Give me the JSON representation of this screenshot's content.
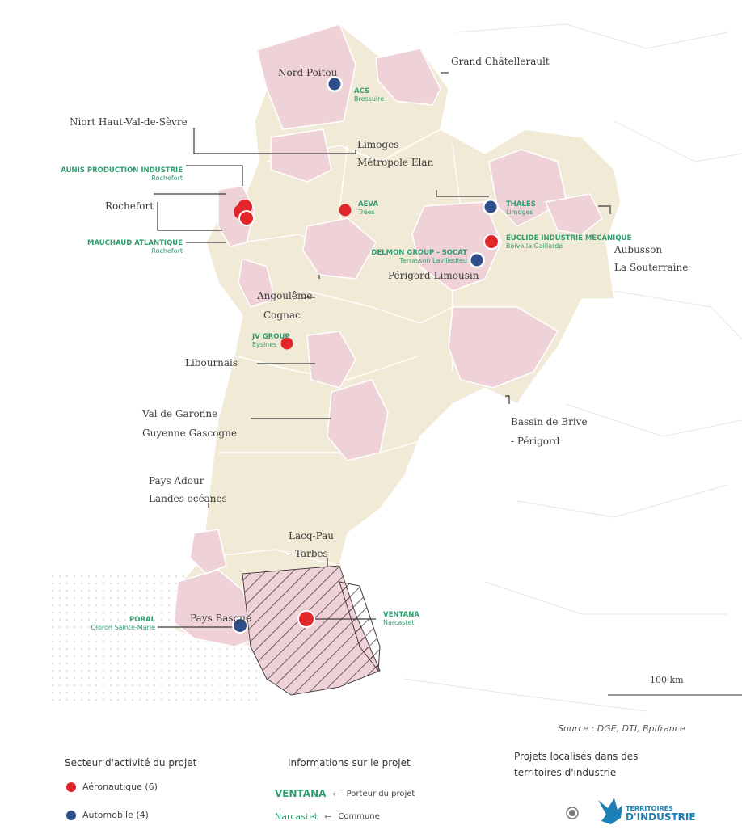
{
  "territories": [
    {
      "key": "nord_poitou",
      "label": "Nord Poitou"
    },
    {
      "key": "grand_chatellerault",
      "label": "Grand Châtellerault"
    },
    {
      "key": "niort",
      "label": "Niort Haut-Val-de-Sèvre"
    },
    {
      "key": "limoges",
      "label": "Limoges\nMétropole Elan"
    },
    {
      "key": "rochefort",
      "label": "Rochefort"
    },
    {
      "key": "aubusson",
      "label": "Aubusson\nLa Souterraine"
    },
    {
      "key": "perigord_limousin",
      "label": "Périgord-Limousin"
    },
    {
      "key": "angouleme",
      "label": "Angoulême"
    },
    {
      "key": "cognac",
      "label": "Cognac"
    },
    {
      "key": "libournais",
      "label": "Libournais"
    },
    {
      "key": "val_garonne",
      "label": "Val de Garonne\nGuyenne Gascogne"
    },
    {
      "key": "brive",
      "label": "Bassin de Brive\n- Périgord"
    },
    {
      "key": "pays_adour",
      "label": "Pays Adour\nLandes océanes"
    },
    {
      "key": "lacq",
      "label": "Lacq-Pau\n- Tarbes"
    },
    {
      "key": "pays_basque",
      "label": "Pays Basque"
    }
  ],
  "projects": [
    {
      "name": "ACS",
      "commune": "Bressuire"
    },
    {
      "name": "AUNIS PRODUCTION INDUSTRIE",
      "commune": "Rochefort"
    },
    {
      "name": "MAUCHAUD ATLANTIQUE",
      "commune": "Rochefort"
    },
    {
      "name": "AEVA",
      "commune": "Trées"
    },
    {
      "name": "THALES",
      "commune": "Limoges"
    },
    {
      "name": "EUCLIDE INDUSTRIE MECANIQUE",
      "commune": "Boivo la Gaillarde"
    },
    {
      "name": "DELMON GROUP - SOCAT",
      "commune": "Terrasson Lavilledieu"
    },
    {
      "name": "JV GROUP",
      "commune": "Eysines"
    },
    {
      "name": "PORAL",
      "commune": "Oloron Sainte-Marie"
    },
    {
      "name": "VENTANA",
      "commune": "Narcastet"
    }
  ],
  "scale_label": "100 km",
  "source": "Source : DGE, DTI, Bpifrance",
  "legend": {
    "sector_title": "Secteur d'activité du projet",
    "sectors": [
      {
        "label": "Aéronautique (6)",
        "color": "#e3262b"
      },
      {
        "label": "Automobile (4)",
        "color": "#2e4f8a"
      }
    ],
    "info_title": "Informations sur le projet",
    "info_name": "VENTANA",
    "info_name_desc": "Porteur du projet",
    "info_commune": "Narcastet",
    "info_commune_desc": "Commune",
    "ti_title": "Projets localisés dans des\nterritoires d'industrie",
    "ti_logo_line1": "TERRITOIRES",
    "ti_logo_line2": "D'INDUSTRIE"
  },
  "colors": {
    "region_fill": "#f1ead7",
    "territory_fill": "#efd2d8",
    "aero": "#e3262b",
    "auto": "#2e4f8a",
    "project_text": "#2f9e6e"
  }
}
